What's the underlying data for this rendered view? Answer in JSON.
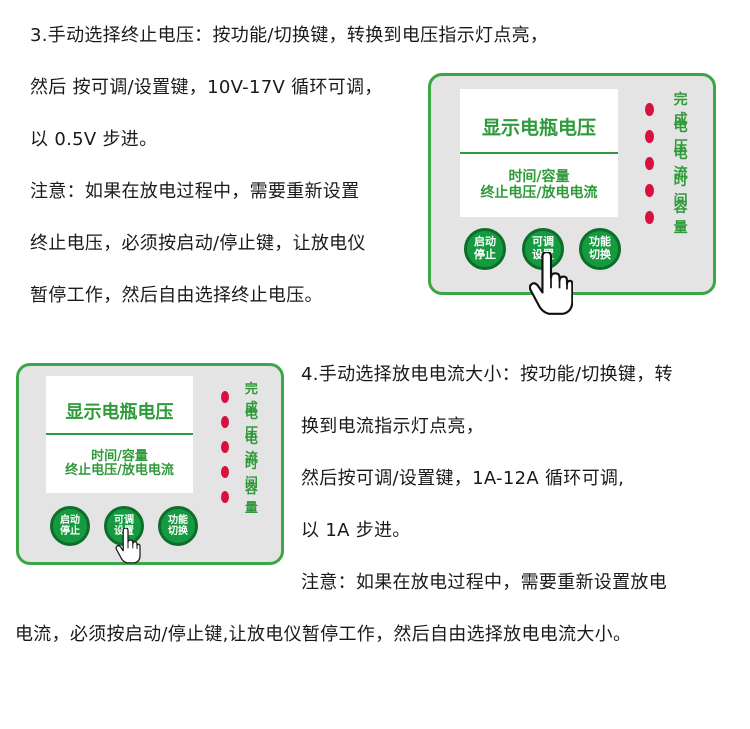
{
  "section3": {
    "lines": [
      "3.手动选择终止电压：按功能/切换键，转换到电压指示灯点亮，",
      "然后 按可调/设置键，10V-17V 循环可调，",
      "以 0.5V 步进。",
      "注意：如果在放电过程中，需要重新设置",
      "终止电压，必须按启动/停止键，让放电仪",
      "暂停工作，然后自由选择终止电压。"
    ]
  },
  "section4": {
    "lines": [
      "4.手动选择放电电流大小：按功能/切换键，转",
      "换到电流指示灯点亮，",
      "然后按可调/设置键，1A-12A 循环可调,",
      "以 1A 步进。",
      "注意：如果在放电过程中，需要重新设置放电",
      "电流，必须按启动/停止键,让放电仪暂停工作，然后自由选择放电电流大小。"
    ]
  },
  "device": {
    "screen_title": "显示电瓶电压",
    "screen_line1": "时间/容量",
    "screen_line2": "终止电压/放电电流",
    "leds": [
      "完成",
      "电压",
      "电流",
      "时间",
      "容量"
    ],
    "buttons": {
      "start_top": "启动",
      "start_bottom": "停止",
      "adjust_top": "可调",
      "adjust_bottom": "设置",
      "func_top": "功能",
      "func_bottom": "切换"
    },
    "colors": {
      "panel_border": "#3aa645",
      "led": "#d9103d",
      "button": "#169a40",
      "text_green": "#2f9a3a"
    },
    "icons": [
      "pointing-hand-icon"
    ]
  }
}
